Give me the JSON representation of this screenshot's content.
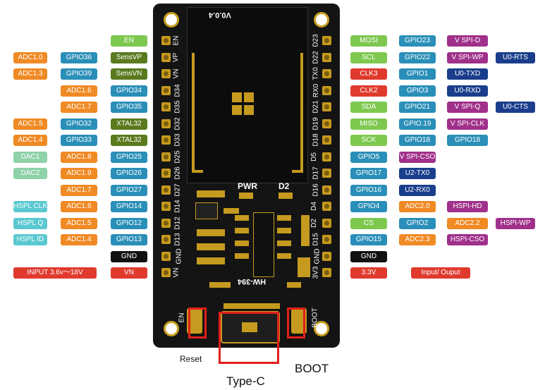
{
  "board": {
    "version": "V0.0.4",
    "model": "HW-394",
    "pwr": "PWR",
    "d2": "D2",
    "en_silk": "EN",
    "boot_silk": "BOOT"
  },
  "left_pins": [
    "EN",
    "VP",
    "VN",
    "D34",
    "D35",
    "D32",
    "D33",
    "D25",
    "D26",
    "D27",
    "D14",
    "D12",
    "D13",
    "GND",
    "VN"
  ],
  "right_pins": [
    "D23",
    "D22",
    "TX0",
    "RX0",
    "D21",
    "D19",
    "D18",
    "D5",
    "D17",
    "D16",
    "D4",
    "D2",
    "D15",
    "GND",
    "3V3"
  ],
  "left_rows": [
    [
      {
        "text": "EN",
        "color": "#7ec850"
      }
    ],
    [
      {
        "text": "ADC1.0",
        "color": "#f08a24"
      },
      {
        "text": "GPIO36",
        "color": "#2a8fb8"
      },
      {
        "text": "SensVP",
        "color": "#5a7a1e"
      }
    ],
    [
      {
        "text": "ADC1.3",
        "color": "#f08a24"
      },
      {
        "text": "GPIO39",
        "color": "#2a8fb8"
      },
      {
        "text": "SensVN",
        "color": "#5a7a1e"
      }
    ],
    [
      {
        "text": "ADC1.6",
        "color": "#f08a24"
      },
      {
        "text": "GPIO34",
        "color": "#2a8fb8"
      }
    ],
    [
      {
        "text": "ADC1.7",
        "color": "#f08a24"
      },
      {
        "text": "GPIO35",
        "color": "#2a8fb8"
      }
    ],
    [
      {
        "text": "ADC1.5",
        "color": "#f08a24"
      },
      {
        "text": "GPIO32",
        "color": "#2a8fb8"
      },
      {
        "text": "XTAL32",
        "color": "#5a7a1e"
      }
    ],
    [
      {
        "text": "ADC1.4",
        "color": "#f08a24"
      },
      {
        "text": "GPIO33",
        "color": "#2a8fb8"
      },
      {
        "text": "XTAL32",
        "color": "#5a7a1e"
      }
    ],
    [
      {
        "text": "DAC1",
        "color": "#8fd1a8"
      },
      {
        "text": "ADC1.8",
        "color": "#f08a24"
      },
      {
        "text": "GPIO25",
        "color": "#2a8fb8"
      }
    ],
    [
      {
        "text": "DAC2",
        "color": "#8fd1a8"
      },
      {
        "text": "ADC1.9",
        "color": "#f08a24"
      },
      {
        "text": "GPIO26",
        "color": "#2a8fb8"
      }
    ],
    [
      {
        "text": "ADC1.7",
        "color": "#f08a24"
      },
      {
        "text": "GPIO27",
        "color": "#2a8fb8"
      }
    ],
    [
      {
        "text": "HSPL CLK",
        "color": "#5ac8d0"
      },
      {
        "text": "ADC1.6",
        "color": "#f08a24"
      },
      {
        "text": "GPIO14",
        "color": "#2a8fb8"
      }
    ],
    [
      {
        "text": "HSPL Q",
        "color": "#5ac8d0"
      },
      {
        "text": "ADC1.5",
        "color": "#f08a24"
      },
      {
        "text": "GPIO12",
        "color": "#2a8fb8"
      }
    ],
    [
      {
        "text": "HSPL ID",
        "color": "#5ac8d0"
      },
      {
        "text": "ADC1.4",
        "color": "#f08a24"
      },
      {
        "text": "GPIO13",
        "color": "#2a8fb8"
      }
    ],
    [
      {
        "text": "GND",
        "color": "#111111"
      }
    ],
    [
      {
        "text": "INPUT  3.6v～18V",
        "color": "#e03a2e"
      },
      {
        "text": "VN",
        "color": "#e03a2e"
      }
    ]
  ],
  "right_rows": [
    [
      {
        "text": "MOSI",
        "color": "#7ec850"
      },
      {
        "text": "GPIO23",
        "color": "#2a8fb8"
      },
      {
        "text": "V SPI-D",
        "color": "#a0308a"
      }
    ],
    [
      {
        "text": "SCL",
        "color": "#7ec850"
      },
      {
        "text": "GPIO22",
        "color": "#2a8fb8"
      },
      {
        "text": "V SPI-WP",
        "color": "#a0308a"
      },
      {
        "text": "U0-RTS",
        "color": "#1a3e8c"
      }
    ],
    [
      {
        "text": "CLK3",
        "color": "#e03a2e"
      },
      {
        "text": "GPIO1",
        "color": "#2a8fb8"
      },
      {
        "text": "U0-TXD",
        "color": "#1a3e8c"
      }
    ],
    [
      {
        "text": "CLK2",
        "color": "#e03a2e"
      },
      {
        "text": "GPIO3",
        "color": "#2a8fb8"
      },
      {
        "text": "U0-RXD",
        "color": "#1a3e8c"
      }
    ],
    [
      {
        "text": "SDA",
        "color": "#7ec850"
      },
      {
        "text": "GPIO21",
        "color": "#2a8fb8"
      },
      {
        "text": "V SPI-Q",
        "color": "#a0308a"
      },
      {
        "text": "U0-CTS",
        "color": "#1a3e8c"
      }
    ],
    [
      {
        "text": "MISO",
        "color": "#7ec850"
      },
      {
        "text": "GPIO.19",
        "color": "#2a8fb8"
      },
      {
        "text": "V SPI-CLK",
        "color": "#a0308a"
      }
    ],
    [
      {
        "text": "SCK",
        "color": "#7ec850"
      },
      {
        "text": "GPIO18",
        "color": "#2a8fb8"
      },
      {
        "text": "GPIO18",
        "color": "#2a8fb8"
      }
    ],
    [
      {
        "text": "GPIO5",
        "color": "#2a8fb8"
      },
      {
        "text": "V SPI-CSO",
        "color": "#a0308a"
      }
    ],
    [
      {
        "text": "GPIO17",
        "color": "#2a8fb8"
      },
      {
        "text": "U2-TX0",
        "color": "#1a3e8c"
      }
    ],
    [
      {
        "text": "GPIO16",
        "color": "#2a8fb8"
      },
      {
        "text": "U2-RX0",
        "color": "#1a3e8c"
      }
    ],
    [
      {
        "text": "GPIO4",
        "color": "#2a8fb8"
      },
      {
        "text": "ADC2.0",
        "color": "#f08a24"
      },
      {
        "text": "HSPI-HD",
        "color": "#a0308a"
      }
    ],
    [
      {
        "text": "CS",
        "color": "#7ec850"
      },
      {
        "text": "GPIO2",
        "color": "#2a8fb8"
      },
      {
        "text": "ADC2.2",
        "color": "#f08a24"
      },
      {
        "text": "HSPI-WP",
        "color": "#a0308a"
      }
    ],
    [
      {
        "text": "GPIO15",
        "color": "#2a8fb8"
      },
      {
        "text": "ADC2.3",
        "color": "#f08a24"
      },
      {
        "text": "HSPI-CSO",
        "color": "#a0308a"
      }
    ],
    [
      {
        "text": "GND",
        "color": "#111111"
      }
    ],
    [
      {
        "text": "3.3V",
        "color": "#e03a2e"
      },
      {
        "text": "Input/ Ouput",
        "color": "#e03a2e"
      }
    ]
  ],
  "captions": {
    "reset": "Reset",
    "type_c": "Type-C",
    "boot": "BOOT"
  }
}
